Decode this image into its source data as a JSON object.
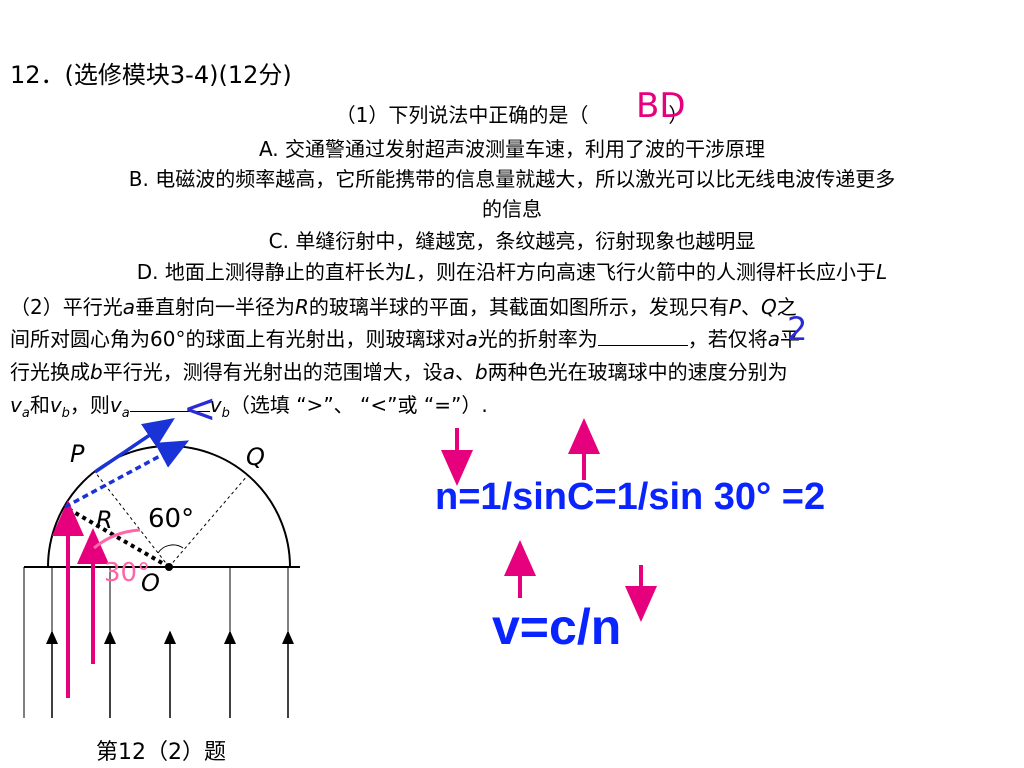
{
  "title": "12．(选修模块3-4)(12分)",
  "part1": {
    "stem_before": "（1）下列说法中正确的是（",
    "stem_after": "）",
    "answer": "BD",
    "option_a": "A. 交通警通过发射超声波测量车速，利用了波的干涉原理",
    "option_b_line1": "B. 电磁波的频率越高，它所能携带的信息量就越大，所以激光可以比无线电波传递更多",
    "option_b_line2": "的信息",
    "option_c": "C. 单缝衍射中，缝越宽，条纹越亮，衍射现象也越明显",
    "option_d_prefix": "D. 地面上测得静止的直杆长为",
    "option_d_var1": "L",
    "option_d_middle": "，则在沿杆方向高速飞行火箭中的人测得杆长应小于",
    "option_d_var2": "L"
  },
  "part2": {
    "l1_a": "（2）平行光",
    "var_a": "a",
    "l1_b": "垂直射向一半径为",
    "var_R": "R",
    "l1_c": "的玻璃半球的平面，其截面如图所示，发现只有",
    "var_P": "P",
    "l1_sep": "、",
    "var_Q": "Q",
    "l1_d": "之",
    "l2_a": "间所对圆心角为60°的球面上有光射出，则玻璃球对",
    "l2_b": "光的折射率为",
    "l2_c": "，若仅将",
    "l2_d": "平",
    "answer_n": "2",
    "l3_a": "行光换成",
    "var_b": "b",
    "l3_b": "平行光，测得有光射出的范围增大，设",
    "l3_c": "、",
    "l3_d": "两种色光在玻璃球中的速度分别为",
    "var_v": "v",
    "l4_and": "和",
    "l4_then": "，则",
    "l4_end": "（选填 “>”、 “<”或 “=”）.",
    "answer_cmp": "<"
  },
  "diagram": {
    "label_P": "P",
    "label_Q": "Q",
    "label_R": "R",
    "label_O": "O",
    "angle_60": "60°",
    "angle_30": "30°",
    "caption": "第12（2）题"
  },
  "formulas": {
    "refraction": "n=1/sinC=1/sin 30°  =2",
    "speed": "v=c/n"
  },
  "colors": {
    "pink": "#e6007e",
    "blue": "#0a24ff",
    "annotation_blue": "#2b2bd6",
    "light_pink": "#ff66aa"
  }
}
